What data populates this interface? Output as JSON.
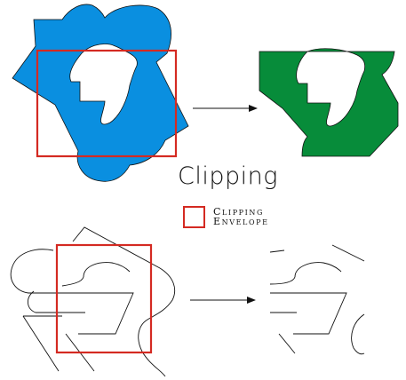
{
  "diagram": {
    "title": "Clipping",
    "legend": {
      "label_line1": "Clipping",
      "label_line2": "Envelope"
    },
    "colors": {
      "input_fill": "#0a8fe0",
      "output_fill": "#078c3a",
      "clip_envelope": "#d42a22",
      "stroke": "#111111",
      "arrow": "#111111"
    }
  }
}
